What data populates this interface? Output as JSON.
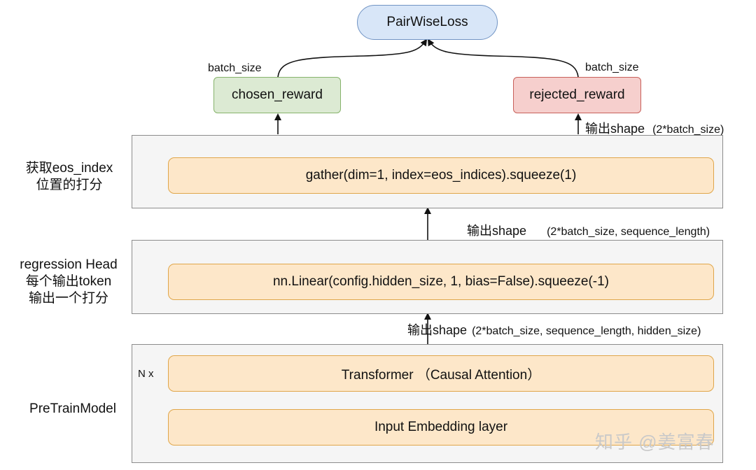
{
  "top": {
    "loss": "PairWiseLoss",
    "chosen": "chosen_reward",
    "rejected": "rejected_reward",
    "chosen_size": "batch_size",
    "rejected_size": "batch_size"
  },
  "gather_block": {
    "side_line1": "获取eos_index",
    "side_line2": "位置的打分",
    "inner": "gather(dim=1, index=eos_indices).squeeze(1)",
    "output_label": "输出shape",
    "output_dims": "(2*batch_size)"
  },
  "head_block": {
    "side_line1": "regression Head",
    "side_line2": "每个输出token",
    "side_line3": "输出一个打分",
    "inner": "nn.Linear(config.hidden_size, 1, bias=False).squeeze(-1)",
    "output_label": "输出shape",
    "output_dims": "(2*batch_size, sequence_length)"
  },
  "pretrain_block": {
    "side_label": "PreTrainModel",
    "repeat_label": "N x",
    "transformer": "Transformer （Causal Attention）",
    "embedding": "Input Embedding layer",
    "output_label": "输出shape",
    "output_dims": "(2*batch_size, sequence_length, hidden_size)"
  },
  "watermark": "知乎 @姜富春"
}
